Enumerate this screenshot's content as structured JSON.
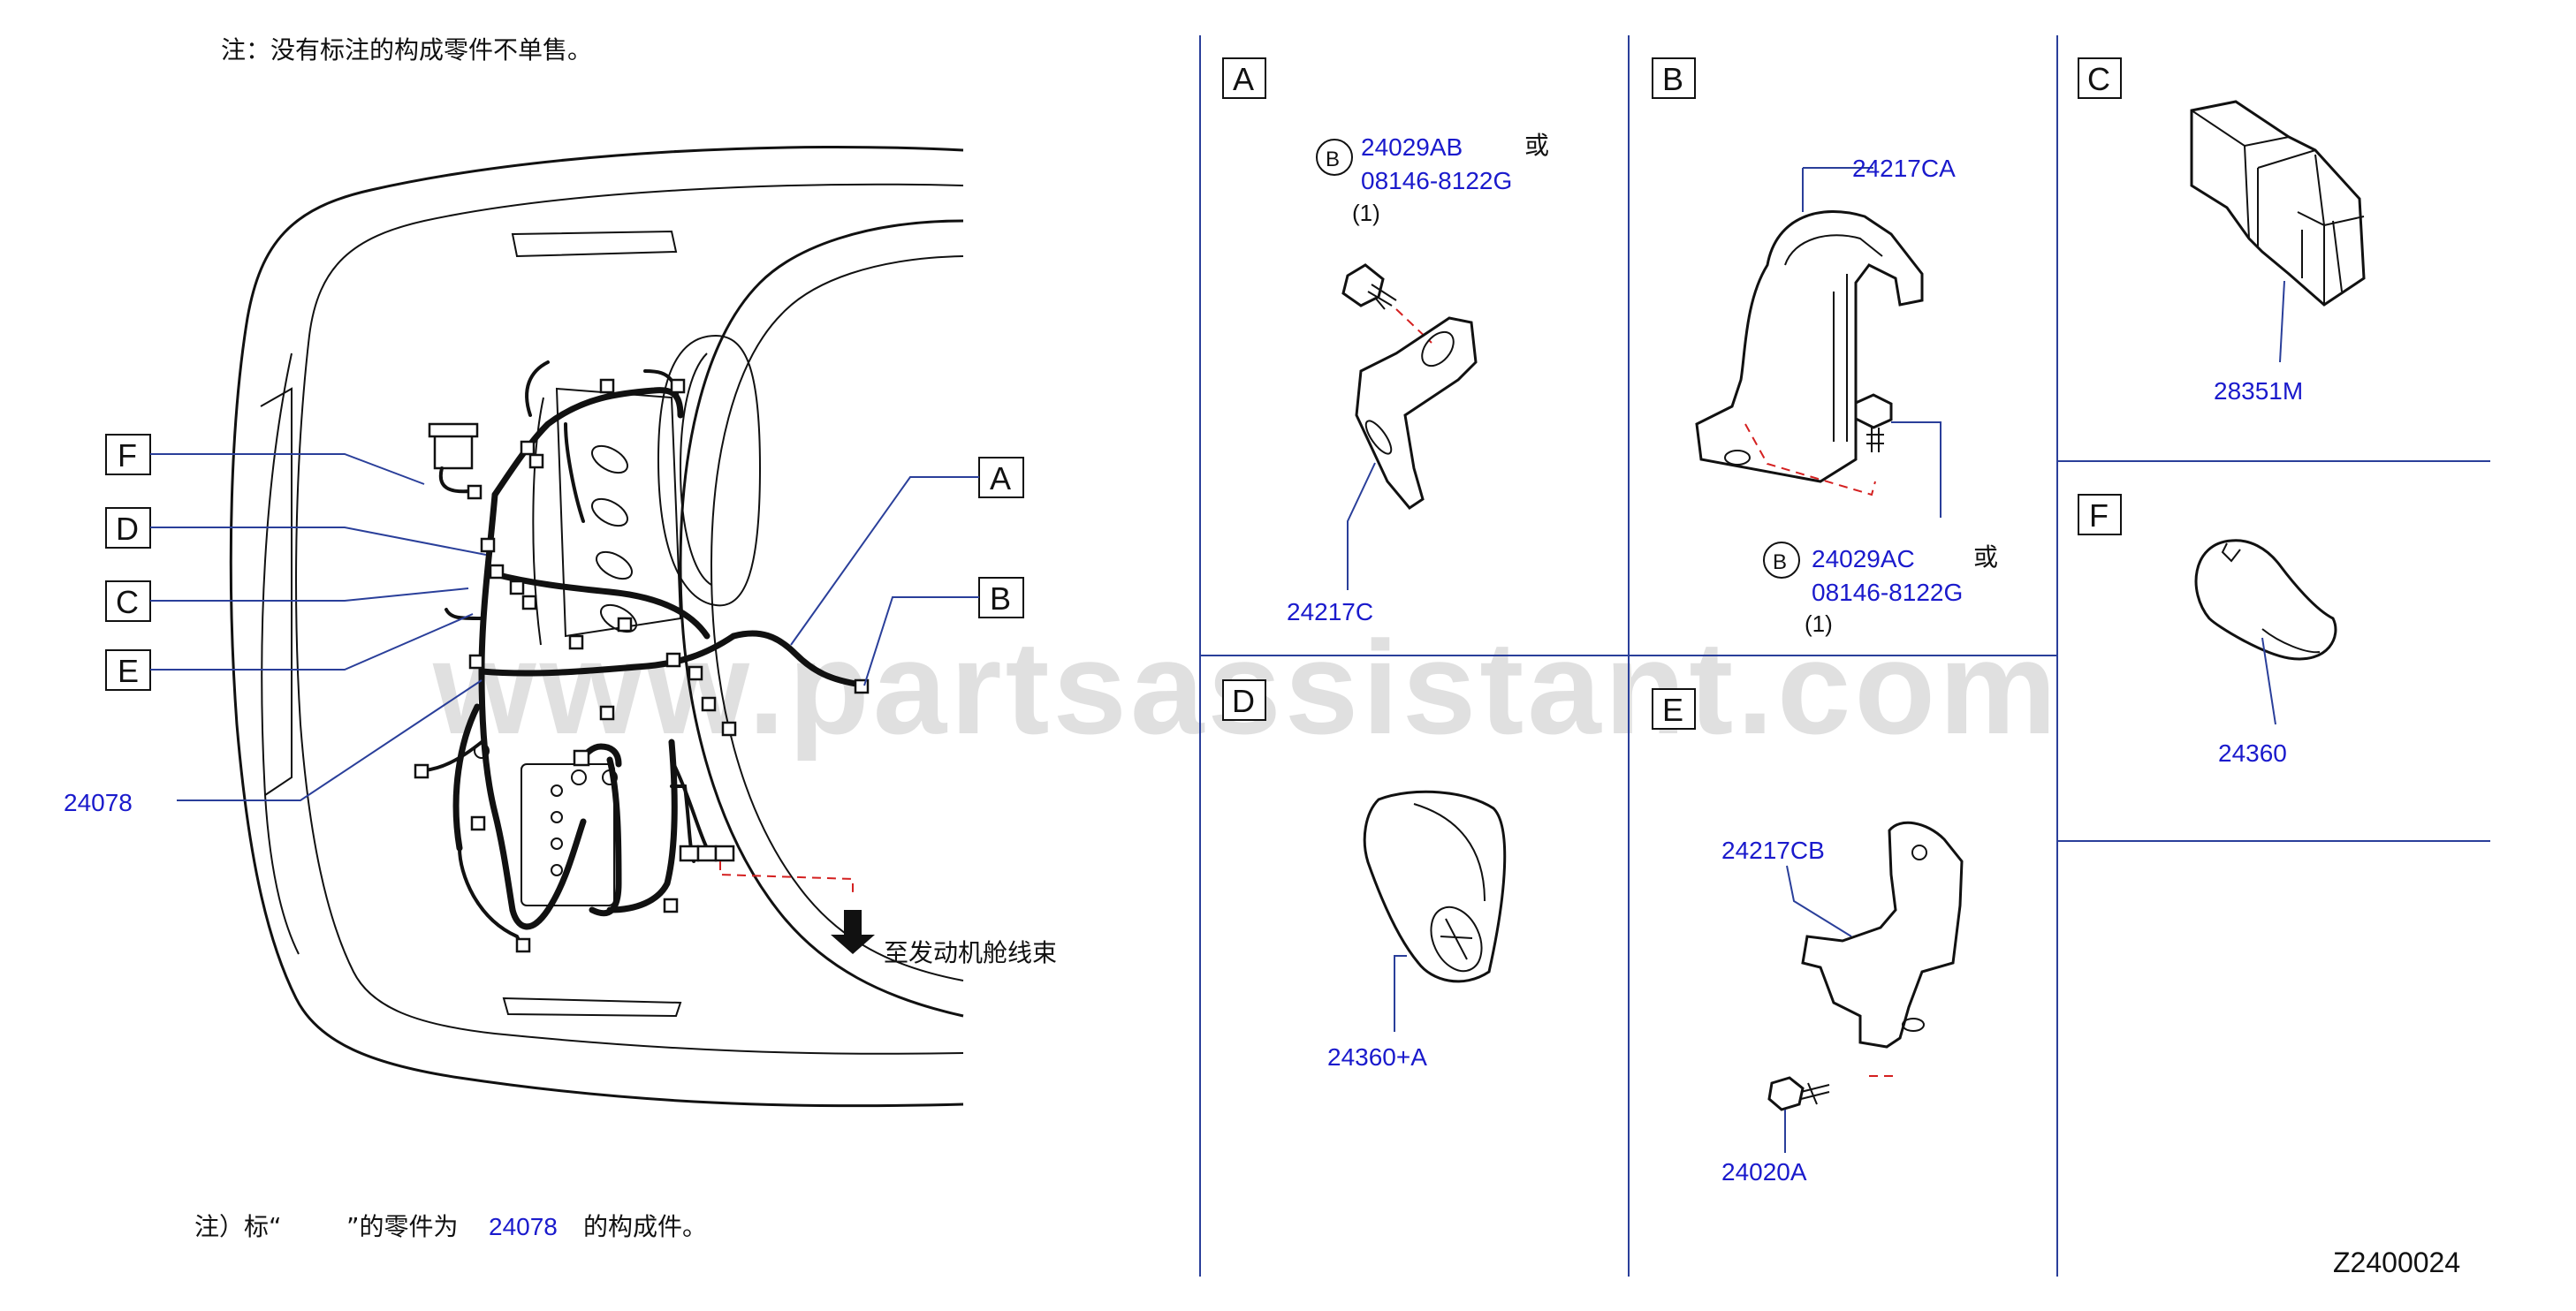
{
  "notes": {
    "top": "注：没有标注的构成零件不单售。",
    "bottom_prefix": "注）标“",
    "bottom_middle": "”的零件为",
    "bottom_part": "24078",
    "bottom_suffix": "的构成件。",
    "destination": "至发动机舱线束"
  },
  "diagram_code": "Z2400024",
  "watermark": "www.partsassistant.com",
  "main_view": {
    "callouts": [
      "F",
      "D",
      "C",
      "E",
      "A",
      "B"
    ],
    "harness_part": "24078"
  },
  "panels": {
    "A": {
      "label": "A",
      "bolt_badge": "B",
      "bolt_part_1": "24029AB",
      "bolt_or": "或",
      "bolt_part_2": "08146-8122G",
      "bolt_qty": "(1)",
      "bracket_part": "24217C"
    },
    "B": {
      "label": "B",
      "bracket_part": "24217CA",
      "bolt_badge": "B",
      "bolt_part_1": "24029AC",
      "bolt_or": "或",
      "bolt_part_2": "08146-8122G",
      "bolt_qty": "(1)"
    },
    "C": {
      "label": "C",
      "part": "28351M"
    },
    "D": {
      "label": "D",
      "part": "24360+A"
    },
    "E": {
      "label": "E",
      "bracket_part": "24217CB",
      "bolt_part": "24020A"
    },
    "F": {
      "label": "F",
      "part": "24360"
    }
  }
}
